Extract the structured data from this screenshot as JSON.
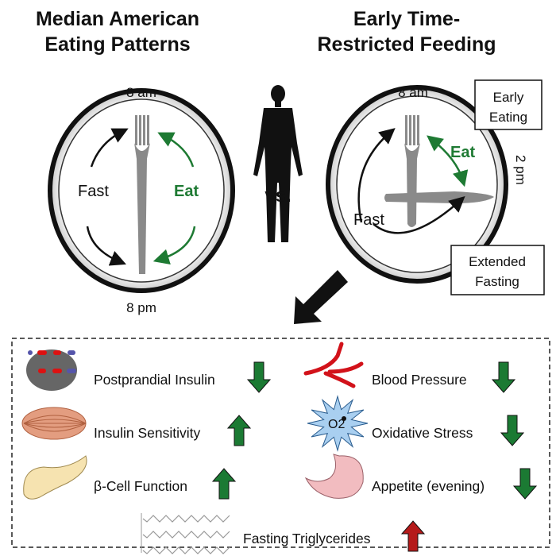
{
  "left_panel": {
    "title_line1": "Median American",
    "title_line2": "Eating Patterns",
    "top_time": "8 am",
    "bottom_time": "8 pm",
    "fast_label": "Fast",
    "eat_label": "Eat"
  },
  "center": {
    "vs_label": "vs.",
    "icon": "human-silhouette-icon"
  },
  "right_panel": {
    "title_line1": "Early Time-",
    "title_line2": "Restricted Feeding",
    "top_time": "8 am",
    "side_time": "2 pm",
    "fast_label": "Fast",
    "eat_label": "Eat",
    "early_box_line1": "Early",
    "early_box_line2": "Eating",
    "extended_box_line1": "Extended",
    "extended_box_line2": "Fasting"
  },
  "colors": {
    "eat_green": "#1e7a33",
    "arrow_green": "#1b7a33",
    "arrow_red": "#b51a1a"
  },
  "effects": [
    {
      "label": "Postprandial Insulin",
      "direction": "down",
      "color": "green",
      "icon": "insulin-molecule-icon"
    },
    {
      "label": "Insulin Sensitivity",
      "direction": "up",
      "color": "green",
      "icon": "muscle-icon"
    },
    {
      "label": "β-Cell Function",
      "direction": "up",
      "color": "green",
      "icon": "pancreas-icon"
    },
    {
      "label": "Blood Pressure",
      "direction": "down",
      "color": "green",
      "icon": "blood-vessel-icon"
    },
    {
      "label": "Oxidative Stress",
      "direction": "down",
      "color": "green",
      "icon": "oxygen-radical-icon",
      "icon_text": "O2"
    },
    {
      "label": "Appetite (evening)",
      "direction": "down",
      "color": "green",
      "icon": "stomach-icon"
    },
    {
      "label": "Fasting Triglycerides",
      "direction": "up",
      "color": "red",
      "icon": "triglyceride-molecule-icon"
    }
  ]
}
